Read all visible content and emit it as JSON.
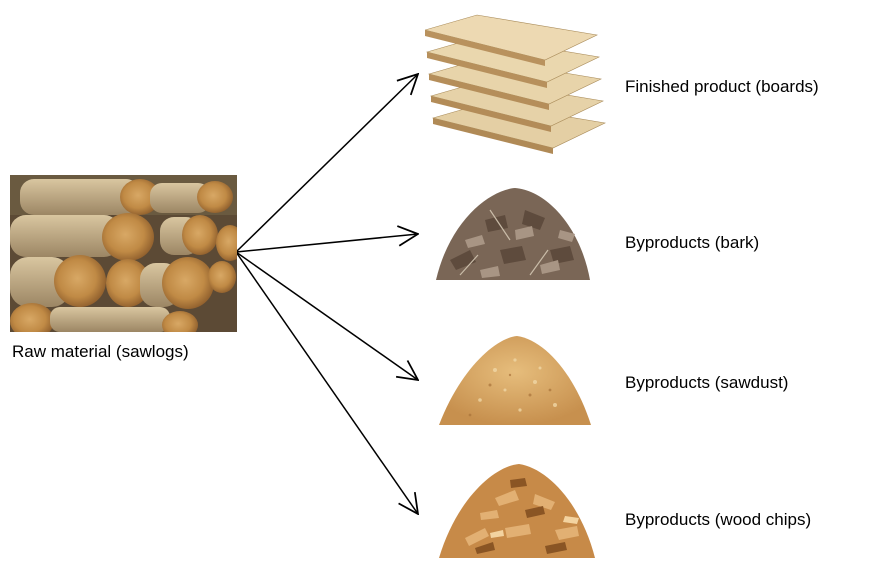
{
  "source": {
    "label": "Raw material (sawlogs)",
    "icon": "sawlogs-image"
  },
  "products": [
    {
      "label": "Finished product (boards)",
      "icon": "boards-image"
    },
    {
      "label": "Byproducts (bark)",
      "icon": "bark-image"
    },
    {
      "label": "Byproducts (sawdust)",
      "icon": "sawdust-image"
    },
    {
      "label": "Byproducts (wood chips)",
      "icon": "wood-chips-image"
    }
  ],
  "colors": {
    "arrow": "#000000",
    "text": "#000000",
    "wood_light": "#e8d2a4",
    "wood_dark": "#8b5a2b",
    "bark": "#6e5a4a",
    "sawdust": "#d9a865",
    "chips": "#c7863e"
  }
}
